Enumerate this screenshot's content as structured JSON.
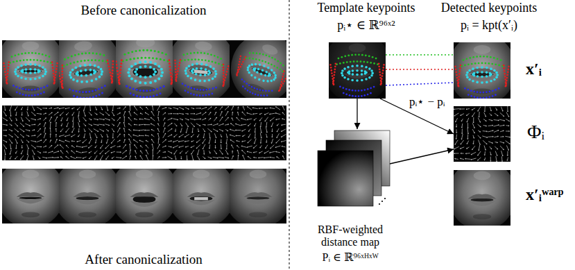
{
  "diagram": {
    "nodes": [
      {
        "text": [
          "Template keypoints",
          "pᵢ⋆ ∈ ℝ⁹⁶ˣ²"
        ]
      },
      {
        "text": [
          "Detected keypoints",
          "pᵢ = kpt(x′ᵢ)",
          "x′ᵢ"
        ]
      },
      {
        "text": [
          "RBF-weighted distance map",
          "Pᵢ ∈ ℝ⁹⁶ˣᴴˣᵂ"
        ]
      },
      {
        "text": [
          "Φᵢ"
        ]
      },
      {
        "text": [
          "x′ᵢʷᵃʳᵖ"
        ]
      }
    ],
    "edges": [
      {
        "from": 0,
        "to": 1,
        "arrow": "none"
      },
      {
        "from": 0,
        "to": 1,
        "arrow": "none"
      },
      {
        "from": 0,
        "to": 1,
        "arrow": "none"
      },
      {
        "from": 0,
        "to": 2,
        "arrow": "to"
      },
      {
        "from": 0,
        "to": 3,
        "arrow": "to",
        "label": "pᵢ⋆ − pᵢ"
      },
      {
        "from": 2,
        "to": 3,
        "arrow": "to"
      }
    ],
    "labels": [
      "Before canonicalization",
      "After canonicalization"
    ]
  }
}
